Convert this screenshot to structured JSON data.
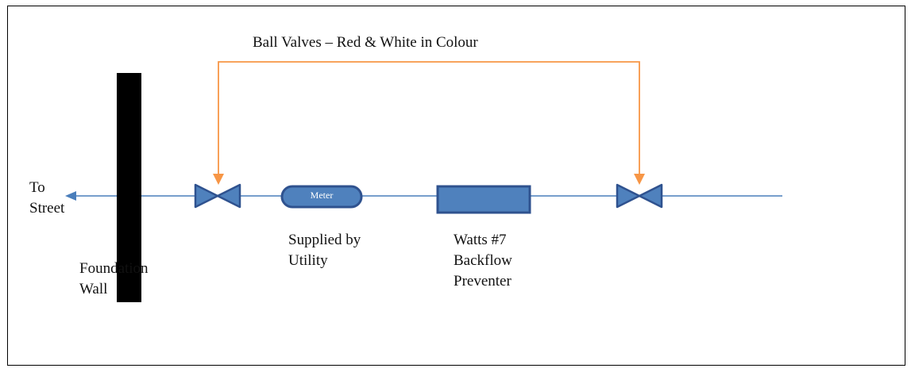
{
  "title": "Ball Valves – Red & White in Colour",
  "labels": {
    "to_street": [
      "To",
      "Street"
    ],
    "foundation_wall": [
      "Foundation",
      "Wall"
    ],
    "meter": "Meter",
    "supplied_by": [
      "Supplied by",
      "Utility"
    ],
    "backflow": [
      "Watts #7",
      "Backflow",
      "Preventer"
    ]
  },
  "colors": {
    "pipe": "#4a7ebb",
    "component_fill": "#4f81bd",
    "component_stroke": "#2f528f",
    "callout": "#f79646",
    "wall": "#000000"
  }
}
